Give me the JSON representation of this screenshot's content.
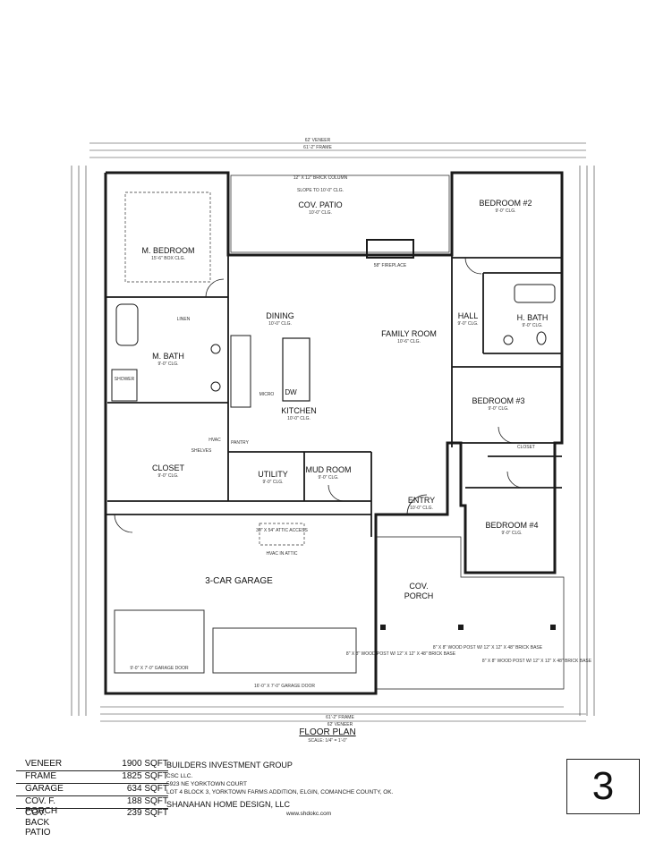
{
  "rooms": {
    "master_bedroom": {
      "name": "M. BEDROOM",
      "detail": "15'-6\" BOX CLG."
    },
    "covered_patio": {
      "name": "COV. PATIO",
      "detail": "10'-0\" CLG."
    },
    "bedroom2": {
      "name": "BEDROOM #2",
      "detail": "9'-0\" CLG."
    },
    "dining": {
      "name": "DINING",
      "detail": "10'-0\" CLG."
    },
    "family_room": {
      "name": "FAMILY ROOM",
      "detail": "10'-6\" CLG."
    },
    "hall": {
      "name": "HALL",
      "detail": "9'-0\" CLG."
    },
    "hall_bath": {
      "name": "H. BATH",
      "detail": "9'-0\" CLG."
    },
    "master_bath": {
      "name": "M. BATH",
      "detail": "9'-0\" CLG."
    },
    "kitchen": {
      "name": "KITCHEN",
      "detail": "10'-0\" CLG."
    },
    "bedroom3": {
      "name": "BEDROOM #3",
      "detail": "9'-0\" CLG."
    },
    "closet": {
      "name": "CLOSET",
      "detail": "9'-0\" CLG."
    },
    "utility": {
      "name": "UTILITY",
      "detail": "9'-0\" CLG."
    },
    "mud_room": {
      "name": "MUD ROOM",
      "detail": "9'-0\" CLG."
    },
    "entry": {
      "name": "ENTRY",
      "detail": "10'-0\" CLG."
    },
    "bedroom4": {
      "name": "BEDROOM #4",
      "detail": "9'-0\" CLG."
    },
    "garage": {
      "name": "3-CAR GARAGE"
    },
    "covered_porch": {
      "name_line1": "COV.",
      "name_line2": "PORCH"
    }
  },
  "annotations": {
    "top_veneer": "62' VENEER",
    "top_frame": "61'-2\" FRAME",
    "bottom_frame": "61'-2\" FRAME",
    "bottom_veneer": "62' VENEER",
    "fireplace": "58\" FIREPLACE",
    "brick_column": "12\" X 12\" BRICK COLUMN",
    "slope": "SLOPE TO 10'-0\" CLG.",
    "attic_access": "30\" X 54\" ATTIC ACCESS",
    "attic_hvac": "HVAC IN ATTIC",
    "garage_door_left": "9'-0\" X 7'-0\" GARAGE DOOR",
    "garage_door_right": "16'-0\" X 7'-0\" GARAGE DOOR",
    "pantry": "PANTRY",
    "shelves": "SHELVES",
    "micro": "MICRO",
    "dw": "DW",
    "linen": "LINEN",
    "hvac": "HVAC",
    "shower": "SHOWER",
    "closet_label": "CLOSET",
    "wood_post_left": "8\" X 8\" WOOD POST W/ 12\" X 12\" X 48\" BRICK BASE",
    "wood_post_mid": "8\" X 8\" WOOD POST W/ 12\" X 12\" X 48\" BRICK BASE",
    "wood_post_right": "8\" X 8\" WOOD POST W/ 12\" X 12\" X 48\" BRICK BASE"
  },
  "plan_title": "FLOOR PLAN",
  "plan_scale": "SCALE: 1/4\" = 1'-0\"",
  "area_table": [
    {
      "label": "VENEER",
      "value": "1900 SQFT"
    },
    {
      "label": "FRAME",
      "value": "1825 SQFT"
    },
    {
      "label": "GARAGE",
      "value": "634 SQFT"
    },
    {
      "label": "COV. F. PORCH",
      "value": "188 SQFT"
    },
    {
      "label": "COV. BACK PATIO",
      "value": "239 SQFT"
    }
  ],
  "title_block": {
    "company": "BUILDERS INVESTMENT GROUP",
    "client": "CSC LLC.",
    "address": "5923 NE YORKTOWN COURT",
    "lot": "LOT 4 BLOCK 3, YORKTOWN FARMS ADDITION, ELGIN, COMANCHE COUNTY, OK.",
    "designer": "SHANAHAN HOME DESIGN, LLC",
    "website": "www.shdokc.com",
    "sheet_number": "3"
  },
  "colors": {
    "line": "#1a1a1a",
    "paper": "#ffffff",
    "margin": "#e9e9ea"
  }
}
